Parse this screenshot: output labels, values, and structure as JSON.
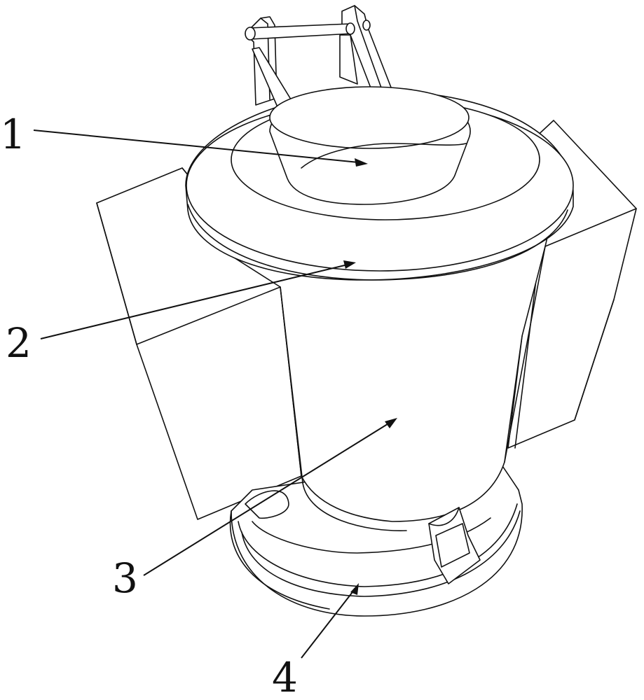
{
  "labels": {
    "part1": "1",
    "part2": "2",
    "part3": "3",
    "part4": "4"
  },
  "colors": {
    "line": "#111111",
    "background": "#ffffff"
  }
}
